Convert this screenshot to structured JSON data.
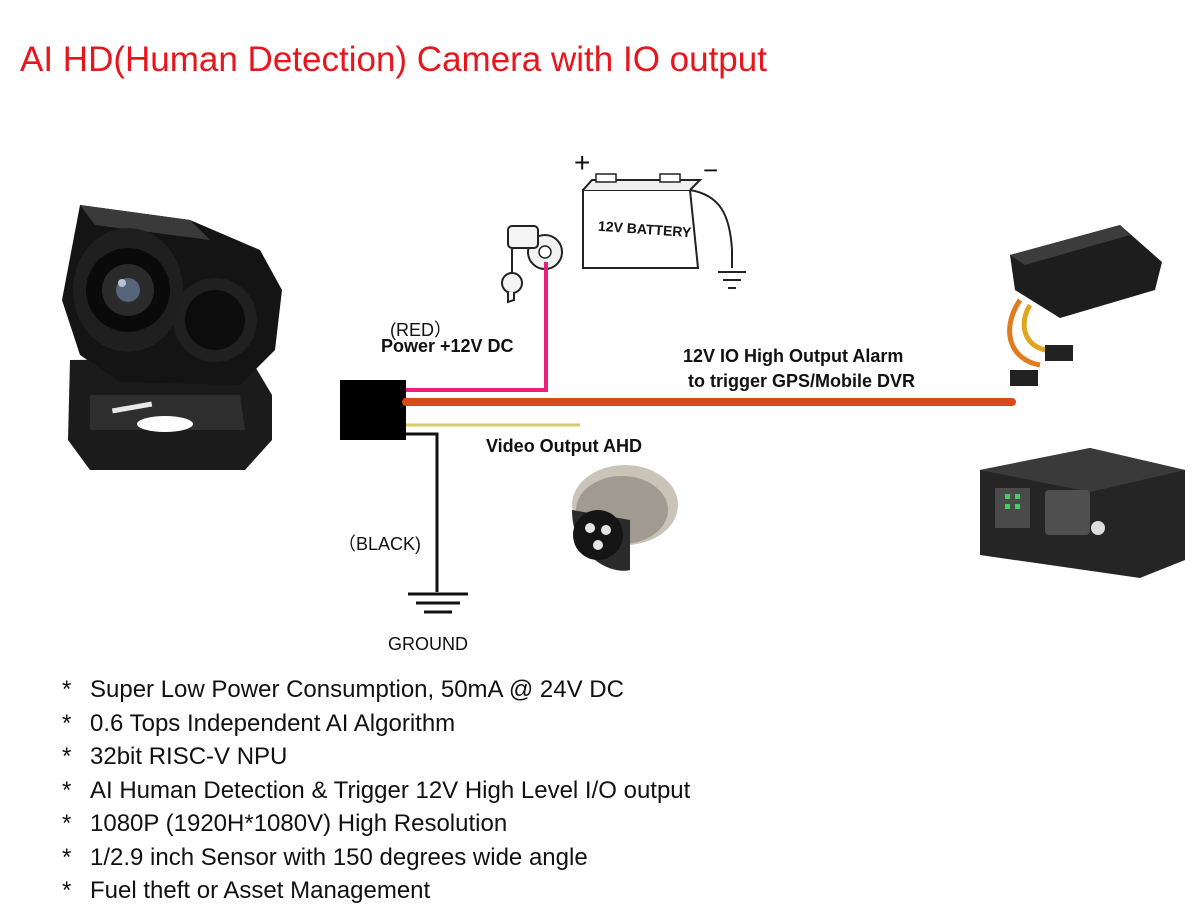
{
  "title": "AI HD(Human Detection) Camera with IO output",
  "labels": {
    "red_wire": "(RED）",
    "power": "Power +12V DC",
    "battery": "12V BATTERY",
    "battery_plus": "+",
    "battery_minus": "−",
    "io_line1": "12V IO High Output Alarm",
    "io_line2": "to trigger  GPS/Mobile DVR",
    "video_output": "Video Output AHD",
    "black_wire": "（BLACK)",
    "ground": "GROUND"
  },
  "features": [
    "Super Low Power Consumption, 50mA @ 24V DC",
    "0.6 Tops Independent AI Algorithm",
    "32bit RISC-V NPU",
    "AI Human Detection & Trigger 12V High Level I/O output",
    "1080P (1920H*1080V) High Resolution",
    "1/2.9 inch Sensor with 150 degrees wide angle",
    "Fuel theft or Asset Management"
  ],
  "colors": {
    "title": "#e8161c",
    "red_wire": "#e8207a",
    "io_wire": "#d94a1a",
    "video_wire": "#d8c96a",
    "ground_wire": "#111111"
  }
}
